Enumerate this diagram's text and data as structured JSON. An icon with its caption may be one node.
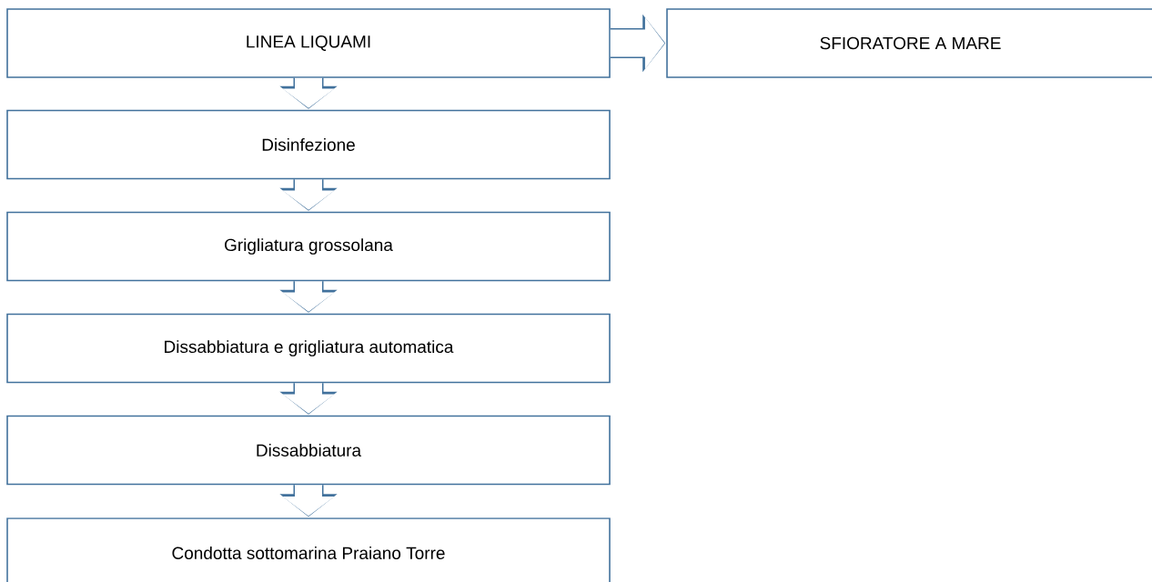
{
  "diagram": {
    "nodes": [
      {
        "text": [
          "LINEA LIQUAMI"
        ]
      },
      {
        "text": [
          "SFIORATORE A MARE"
        ]
      },
      {
        "text": [
          "Disinfezione"
        ]
      },
      {
        "text": [
          "Grigliatura grossolana"
        ]
      },
      {
        "text": [
          "Dissabbiatura e grigliatura automatica"
        ]
      },
      {
        "text": [
          "Dissabbiatura"
        ]
      },
      {
        "text": [
          "Condotta sottomarina Praiano Torre"
        ]
      }
    ],
    "edges": [
      {
        "from": 0,
        "to": 1,
        "arrow": "to"
      },
      {
        "from": 0,
        "to": 2,
        "arrow": "to"
      },
      {
        "from": 2,
        "to": 3,
        "arrow": "to"
      },
      {
        "from": 3,
        "to": 4,
        "arrow": "to"
      },
      {
        "from": 4,
        "to": 5,
        "arrow": "to"
      },
      {
        "from": 5,
        "to": 6,
        "arrow": "to"
      }
    ]
  }
}
